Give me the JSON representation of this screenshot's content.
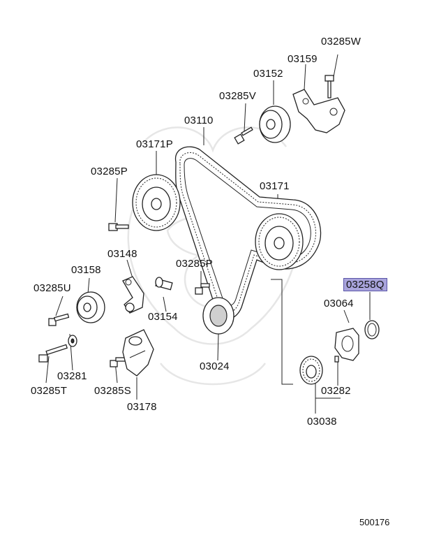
{
  "diagram": {
    "figure_number": "500176",
    "highlighted_label": "03258Q",
    "labels": {
      "l03285W": "03285W",
      "l03159": "03159",
      "l03152": "03152",
      "l03285V": "03285V",
      "l03110": "03110",
      "l03171P": "03171P",
      "l03285P_top": "03285P",
      "l03171": "03171",
      "l03148": "03148",
      "l03158": "03158",
      "l03285P_mid": "03285P",
      "l03258Q": "03258Q",
      "l03285U": "03285U",
      "l03064": "03064",
      "l03154": "03154",
      "l03281": "03281",
      "l03024": "03024",
      "l03285T": "03285T",
      "l03285S": "03285S",
      "l03282": "03282",
      "l03178": "03178",
      "l03038": "03038"
    }
  }
}
